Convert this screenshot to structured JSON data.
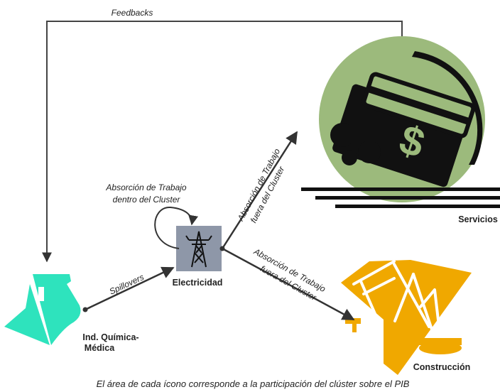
{
  "feedback_label": "Feedbacks",
  "self_loop_label": {
    "line1": "Absorción de Trabajo",
    "line2": "dentro del Cluster"
  },
  "spillovers_label": "Spillovers",
  "to_services_label": {
    "line1": "Absorción de Trabajo",
    "line2": "fuera del Cluster"
  },
  "to_construction_label": {
    "line1": "Absorción de Trabajo",
    "line2": "fuera del Cluster"
  },
  "nodes": {
    "chemical": {
      "line1": "Ind. Química-",
      "line2": "Médica",
      "color": "#2ee3bd"
    },
    "electricity": {
      "label": "Electricidad",
      "color": "#8e97a8"
    },
    "services": {
      "label": "Servicios",
      "color": "#9cba7c"
    },
    "construction": {
      "label": "Construcción",
      "color": "#f0a800"
    }
  },
  "caption": "El área de cada ícono corresponde a la participación del clúster sobre el PIB",
  "icons": {
    "chemical": "flask-icon",
    "electricity": "power-tower-icon",
    "services": "money-card-icon",
    "construction": "crane-icon"
  }
}
